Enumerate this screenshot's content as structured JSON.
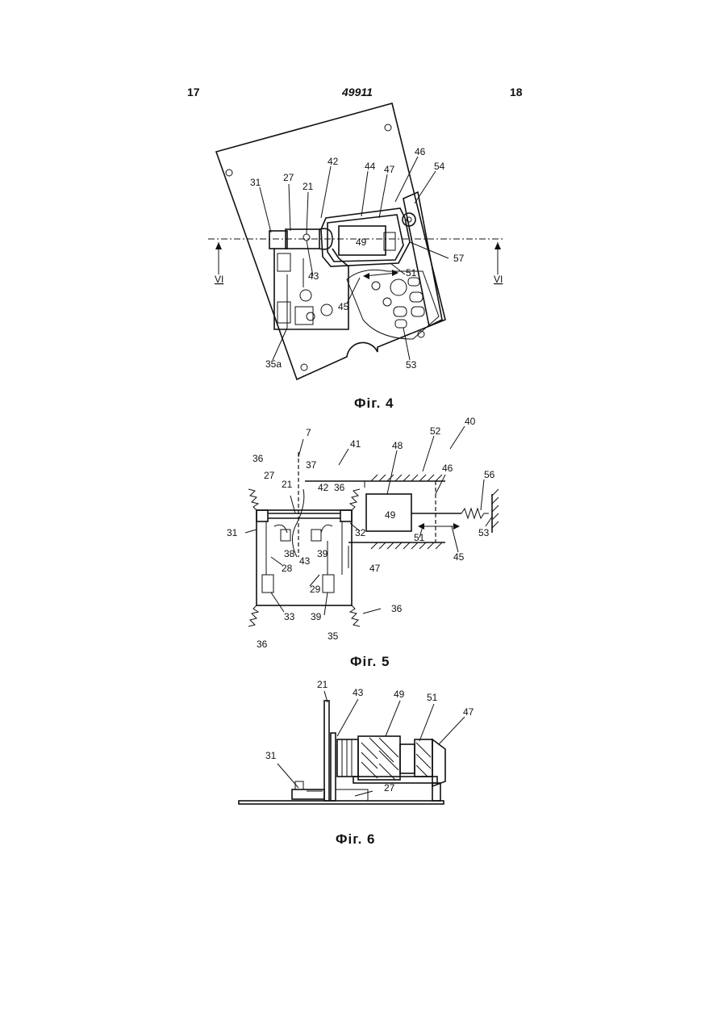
{
  "header": {
    "left_page": "17",
    "patent_number": "49911",
    "right_page": "18"
  },
  "fig4": {
    "caption": "Фіг. 4",
    "labels": {
      "l31": "31",
      "l27": "27",
      "l21": "21",
      "l42": "42",
      "l44": "44",
      "l47": "47",
      "l46": "46",
      "l54": "54",
      "l49": "49",
      "l57": "57",
      "l51": "51",
      "l43": "43",
      "l45": "45",
      "l35a": "35a",
      "l53": "53",
      "sec_left": "VI",
      "sec_right": "VI"
    }
  },
  "fig5": {
    "caption": "Фіг. 5",
    "labels": {
      "l7": "7",
      "l41": "41",
      "l48": "48",
      "l52": "52",
      "l40": "40",
      "l46": "46",
      "l56": "56",
      "l36a": "36",
      "l37": "37",
      "l27": "27",
      "l21": "21",
      "l42": "42",
      "l36b": "36",
      "l49": "49",
      "l31": "31",
      "l32": "32",
      "l51": "51",
      "l53": "53",
      "l38": "38",
      "l43": "43",
      "l39a": "39",
      "l28": "28",
      "l47": "47",
      "l45": "45",
      "l29": "29",
      "l33": "33",
      "l39b": "39",
      "l35": "35",
      "l36c": "36",
      "l36d": "36"
    }
  },
  "fig6": {
    "caption": "Фіг. 6",
    "labels": {
      "l21": "21",
      "l43": "43",
      "l49": "49",
      "l51": "51",
      "l47": "47",
      "l31": "31",
      "l27": "27"
    }
  }
}
